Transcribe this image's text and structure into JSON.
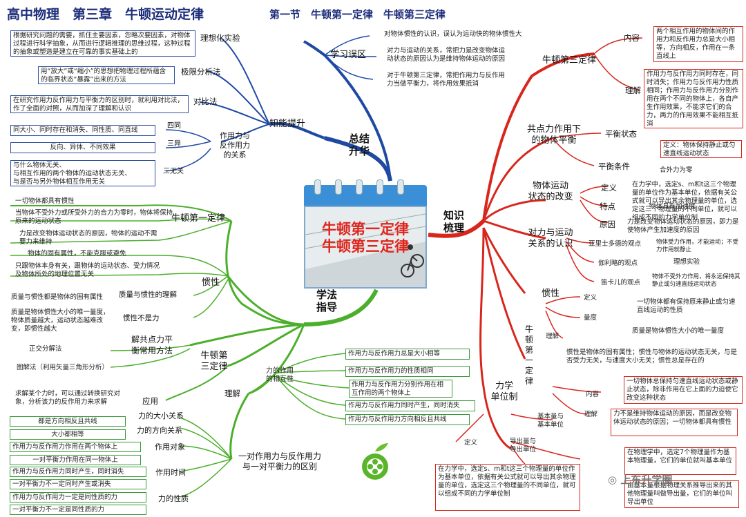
{
  "header": {
    "title": "高中物理　第三章　牛顿运动定律",
    "subtitle": "第一节　牛顿第一定律　牛顿第三定律"
  },
  "center": {
    "line1": "牛顿第一定律",
    "line2": "牛顿第三定律"
  },
  "branches": {
    "summary": "总结\n升华",
    "knowledge": "知识\n梳理",
    "method": "学法\n指导"
  },
  "blue": {
    "ability": "知能提升",
    "ideal_label": "理想化实验",
    "ideal_text": "根据研究问题的需要，抓住主要因素，忽略次要因素，对物体过程进行科学抽象，从而进行逻辑推理的思维过程，这种过程的抽象或塑造是建立在可靠的事实基础上的",
    "limit_label": "极限分析法",
    "limit_text": "用“放大”或“缩小”的思想把物理过程所蕴含的临界状态“暴露”出来的方法",
    "compare_label": "对比法",
    "compare_text": "在研究作用力反作用力与平衡力的区别时，就利用对比法，作了全面的对照，从而加深了理解和认识",
    "relation_label": "作用力与\n反作用力\n的关系",
    "four_label": "四同",
    "four_text": "同大小、同时存在和消失、同性质、同直线",
    "three_diff_label": "三异",
    "three_diff_text": "反向、异体、不同效果",
    "three_none_label": "三无关",
    "three_none_text": "与什么物体无关、\n与相互作用的两个物体的运动状态无关、\n与是否与另外物体相互作用无关",
    "mistake": "学习误区",
    "mis1": "对物体惯性的认识，误认为运动快的物体惯性大",
    "mis2": "对力与运动的关系，常把力是改变物体运动状态的原因认为是维持物体运动的原因",
    "mis3": "对于牛顿第三定律，常把作用力与反作用力当做平衡力，将作用效果抵消"
  },
  "green": {
    "first_law": "牛顿第一定律",
    "fl1": "一切物体都具有惯性",
    "fl2": "当物体不受外力或所受外力的合力为零时，物体将保持原来的运动状态",
    "fl3": "力是改变物体运动状态的原因，物体的运动不需要力来维持",
    "inertia": "惯性",
    "in1": "物体的固有属性，不能克服或避免",
    "in2": "只跟物体本身有关，跟物体的运动状态、受力情况及物体所处的地理位置无关",
    "mass_label": "质量与惯性的理解",
    "mass_text": "质量与惯性都是物体的固有属性",
    "not_force_label": "惯性不是力",
    "not_force_text": "质量是物体惯性大小的唯一量度，物体质量越大，运动状态越难改变，即惯性越大",
    "solve_label": "解共点力平\n衡常用方法",
    "ortho": "正交分解法",
    "graph": "图解法（利用矢量三角形分析）",
    "third_law": "牛顿第\n三定律",
    "apply_label": "应用",
    "apply_text": "求解某个力时，可以通过转换研究对象，分析该力的反作用力来求解",
    "understand": "理解",
    "mutual": "力的作用\n的相互性",
    "m1": "作用力与反作用力总是大小相等",
    "m2": "作用力与反作用力的性质相同",
    "m3": "作用力与反作用力分别作用在相互作用的两个物体上",
    "m4": "作用力与反作用力同时产生，同时消失",
    "m5": "作用力与反作用力方向相反且共线",
    "diff": "一对作用力与反作用力\n与一对平衡力的区别",
    "size_rel": "力的大小关系",
    "size_a": "都是方向相反且共线",
    "dir_rel": "力的方向关系",
    "dir_a": "大小都相等",
    "obj": "作用对象",
    "obj_a": "作用力与反作用力作用在两个物体上",
    "obj_b": "一对平衡力作用在同一物体上",
    "time": "作用时间",
    "time_a": "作用力与反作用力同时产生，同时消失",
    "time_b": "一对平衡力不一定同时产生或消失",
    "nature": "力的性质",
    "nature_a": "作用力与反作用力一定是同性质的力",
    "nature_b": "一对平衡力不一定是同性质的力"
  },
  "red": {
    "third_law": "牛顿第三定律",
    "content_label": "内容",
    "content_text": "两个相互作用的物体间的作用力和反作用力总是大小相等，方向相反，作用在一条直线上",
    "under_label": "理解",
    "under_text": "作用力与反作用力同时存在，同时消失；作用力与反作用力性质相同；作用力与反作用力分别作用在两个不同的物体上，各自产生作用效果，不能求它们的合力，两力的作用效果不能相互抵消",
    "equil": "共点力作用下\n的物体平衡",
    "eq_state": "平衡状态",
    "eq_state_text": "定义：物体保持静止或匀速直线运动状态",
    "eq_cond": "平衡条件",
    "eq_cond_text": "合外力为零",
    "motion": "物体运动\n状态的改变",
    "def_label": "定义",
    "def_text": "在力学中，选定s、m和t这三个物理量的单位作为基本单位，依据有关公式就可以导出其余物理量的单位，选定这三个物理量的不同单位，就可以组成不同的力学单位制",
    "feat_label": "特点",
    "feat_text": "物体具有加速度",
    "cause_label": "原因",
    "cause_text": "力是改变物体运动状态的原因，即力是使物体产生加速度的原因",
    "force_motion": "对力与运动\n关系的认识",
    "aris": "亚里士多德的观点",
    "aris_text": "物体受力作用，才能运动；不受力作用就静止",
    "gal": "伽利略的观点",
    "gal_text": "理想实验",
    "desc": "笛卡儿的观点",
    "desc_text": "物体不受外力作用，将永远保持其静止或匀速直线运动状态",
    "inertia": "惯性",
    "in_def": "定义",
    "in_def_text": "一切物体都有保持原来静止或匀速直线运动的性质",
    "in_measure": "量度",
    "in_measure_text": "质量是物体惯性大小的唯一量度",
    "in_under": "理解",
    "in_under_text": "惯性是物体的固有属性；惯性与物体的运动状态无关，与是否受力无关，与速度大小无关；惯性总是存在的",
    "first_law": "牛\n顿\n第\n一\n定\n律",
    "fl_content": "内容",
    "fl_content_text": "一切物体总保持匀速直线运动状态或静止状态，除非作用在它上面的力迫使它改变这种状态",
    "fl_under": "理解",
    "fl_under_text": "力不是维持物体运动的原因，而是改变物体运动状态的原因；一切物体都具有惯性",
    "units": "力学\n单位制",
    "base": "基本量与\n基本单位",
    "base_text": "在物理学中，选定7个物理量作为基本物理量，它们的单位就叫基本单位",
    "derived": "导出量与\n导出单位",
    "derived_text": "由基本量根据物理关系推导出来的其他物理量叫做导出量，它们的单位叫导出单位",
    "def": "定义"
  },
  "watermark": "上东升学圈",
  "colors": {
    "blue": "#1f4aa3",
    "green": "#4caf2c",
    "red": "#d8261c"
  }
}
